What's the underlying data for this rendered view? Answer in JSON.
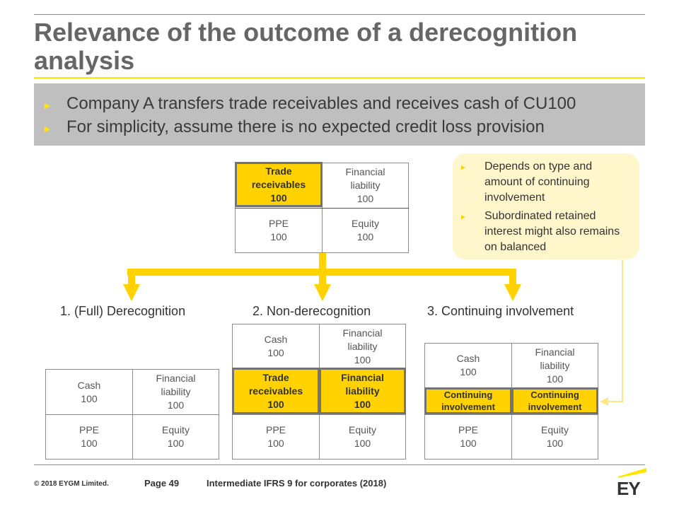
{
  "title": "Relevance of the outcome of a derecognition analysis",
  "bullets": [
    "Company A transfers trade receivables and receives cash of CU100",
    "For simplicity, assume there is no expected credit loss provision"
  ],
  "top_balance_sheet": {
    "trade_receivables": "Trade\nreceivables\n100",
    "financial_liability": "Financial\nliability\n100",
    "ppe": "PPE\n100",
    "equity": "Equity\n100"
  },
  "callout": {
    "items": [
      "Depends on type and amount of continuing involvement",
      "Subordinated retained interest might also remains on balanced"
    ]
  },
  "options": {
    "full_derecognition": {
      "label": "1. (Full) Derecognition",
      "cash": "Cash\n100",
      "financial_liability": "Financial\nliability\n100",
      "ppe": "PPE\n100",
      "equity": "Equity\n100"
    },
    "non_derecognition": {
      "label": "2. Non-derecognition",
      "cash": "Cash\n100",
      "financial_liability": "Financial\nliability\n100",
      "trade_receivables": "Trade\nreceivables\n100",
      "financial_liability_new": "Financial\nliability\n100",
      "ppe": "PPE\n100",
      "equity": "Equity\n100"
    },
    "continuing_involvement": {
      "label": "3. Continuing  involvement",
      "cash": "Cash\n100",
      "financial_liability": "Financial\nliability\n100",
      "ci_asset": "Continuing\ninvolvement",
      "ci_liability": "Continuing\ninvolvement",
      "ppe": "PPE\n100",
      "equity": "Equity\n100"
    }
  },
  "footer": {
    "copyright": "© 2018 EYGM Limited.",
    "page": "Page 49",
    "course": "Intermediate IFRS 9 for corporates (2018)",
    "logo_text": "EY"
  },
  "colors": {
    "accent": "#ffe600",
    "highlight": "#ffd200",
    "callout_bg": "#fff6cc",
    "bullet_box": "#bfbfbf"
  }
}
